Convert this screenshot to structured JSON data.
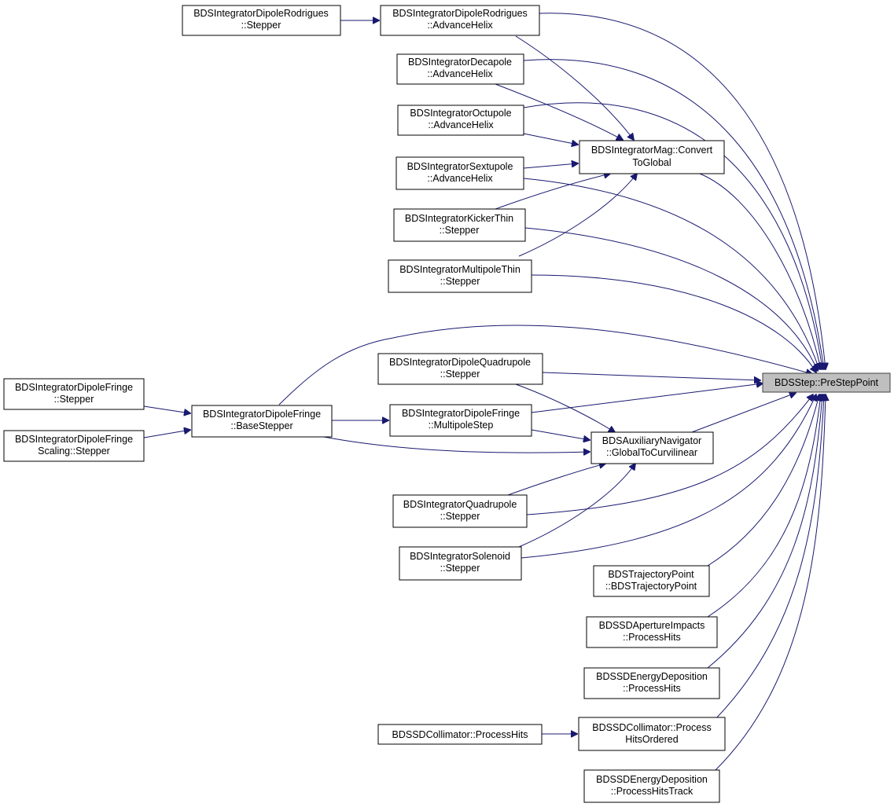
{
  "colors": {
    "edge": "#191970",
    "target_fill": "#bfbfbf",
    "node_stroke": "#000000",
    "background": "#ffffff"
  },
  "nodes": {
    "target": [
      "BDSStep::PreStepPoint"
    ],
    "integrator_dipole_rodrigues_stepper": [
      "BDSIntegratorDipoleRodrigues",
      "::Stepper"
    ],
    "integrator_dipole_rodrigues_advance_helix": [
      "BDSIntegratorDipoleRodrigues",
      "::AdvanceHelix"
    ],
    "integrator_decapole_advance_helix": [
      "BDSIntegratorDecapole",
      "::AdvanceHelix"
    ],
    "integrator_octupole_advance_helix": [
      "BDSIntegratorOctupole",
      "::AdvanceHelix"
    ],
    "integrator_mag_convert_to_global": [
      "BDSIntegratorMag::Convert",
      "ToGlobal"
    ],
    "integrator_sextupole_advance_helix": [
      "BDSIntegratorSextupole",
      "::AdvanceHelix"
    ],
    "integrator_kicker_thin_stepper": [
      "BDSIntegratorKickerThin",
      "::Stepper"
    ],
    "integrator_multipole_thin_stepper": [
      "BDSIntegratorMultipoleThin",
      "::Stepper"
    ],
    "integrator_dipole_quadrupole_stepper": [
      "BDSIntegratorDipoleQuadrupole",
      "::Stepper"
    ],
    "integrator_dipole_fringe_stepper": [
      "BDSIntegratorDipoleFringe",
      "::Stepper"
    ],
    "integrator_dipole_fringe_base_stepper": [
      "BDSIntegratorDipoleFringe",
      "::BaseStepper"
    ],
    "integrator_dipole_fringe_multipole_step": [
      "BDSIntegratorDipoleFringe",
      "::MultipoleStep"
    ],
    "integrator_dipole_fringe_scaling_stepper": [
      "BDSIntegratorDipoleFringe",
      "Scaling::Stepper"
    ],
    "auxiliary_navigator_global_to_curvilinear": [
      "BDSAuxiliaryNavigator",
      "::GlobalToCurvilinear"
    ],
    "integrator_quadrupole_stepper": [
      "BDSIntegratorQuadrupole",
      "::Stepper"
    ],
    "integrator_solenoid_stepper": [
      "BDSIntegratorSolenoid",
      "::Stepper"
    ],
    "trajectory_point_ctor": [
      "BDSTrajectoryPoint",
      "::BDSTrajectoryPoint"
    ],
    "sd_aperture_impacts_process_hits": [
      "BDSSDApertureImpacts",
      "::ProcessHits"
    ],
    "sd_energy_deposition_process_hits": [
      "BDSSDEnergyDeposition",
      "::ProcessHits"
    ],
    "sd_collimator_process_hits": [
      "BDSSDCollimator::ProcessHits"
    ],
    "sd_collimator_process_hits_ordered": [
      "BDSSDCollimator::Process",
      "HitsOrdered"
    ],
    "sd_energy_deposition_process_hits_track": [
      "BDSSDEnergyDeposition",
      "::ProcessHitsTrack"
    ]
  }
}
